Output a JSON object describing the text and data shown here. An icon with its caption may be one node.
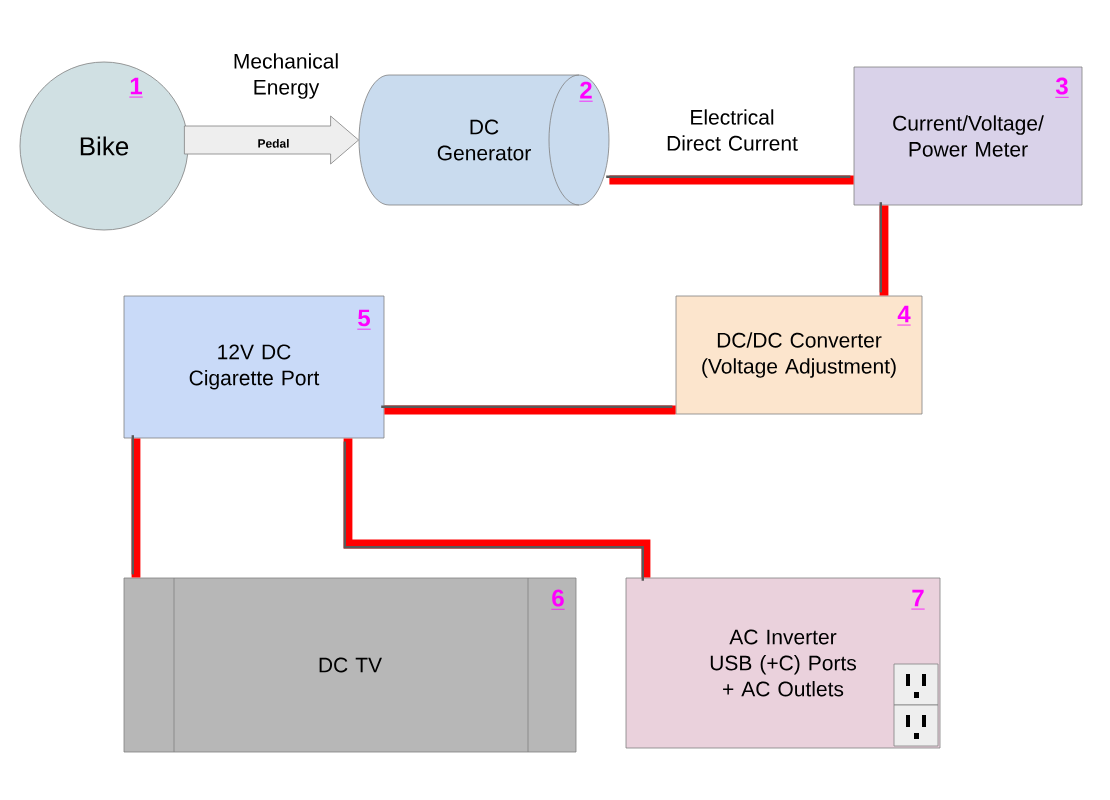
{
  "diagram": {
    "nodes": [
      {
        "text": [
          "Bike",
          "1"
        ]
      },
      {
        "text": [
          "DC Generator",
          "2"
        ]
      },
      {
        "text": [
          "Current/Voltage/ Power Meter",
          "3"
        ]
      },
      {
        "text": [
          "DC/DC Converter (Voltage Adjustment)",
          "4"
        ]
      },
      {
        "text": [
          "12V DC Cigarette Port",
          "5"
        ]
      },
      {
        "text": [
          "DC TV",
          "6"
        ]
      },
      {
        "text": [
          "AC Inverter USB (+C) Ports + AC Outlets",
          "7"
        ]
      }
    ],
    "edges": [
      {
        "from": 0,
        "to": 1,
        "arrow": "to",
        "label": "Pedal"
      },
      {
        "from": 1,
        "to": 2,
        "arrow": "none",
        "label": "Electrical Direct Current"
      },
      {
        "from": 2,
        "to": 3,
        "arrow": "none"
      },
      {
        "from": 3,
        "to": 4,
        "arrow": "none"
      },
      {
        "from": 4,
        "to": 5,
        "arrow": "none"
      },
      {
        "from": 4,
        "to": 6,
        "arrow": "none"
      }
    ],
    "labels": [
      "Mechanical Energy"
    ]
  }
}
